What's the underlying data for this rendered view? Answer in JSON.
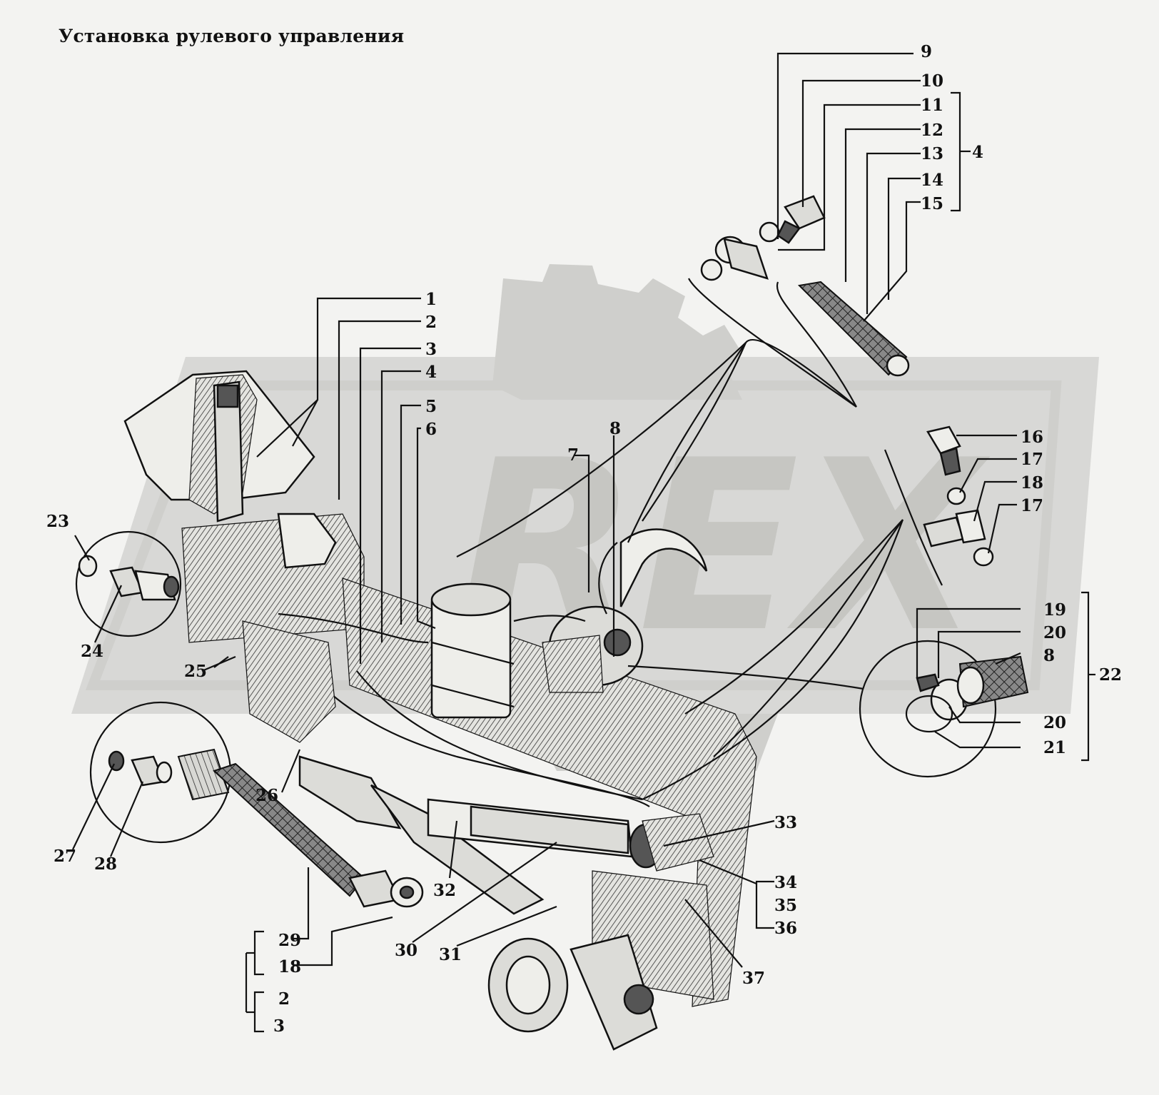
{
  "title": "Установка рулевого управления",
  "watermark": "REX",
  "labels": {
    "l1": "1",
    "l2": "2",
    "l3": "3",
    "l4": "4",
    "l5": "5",
    "l6": "6",
    "l7": "7",
    "l8": "8",
    "l9": "9",
    "l10": "10",
    "l11": "11",
    "l12": "12",
    "l13": "13",
    "l14": "14",
    "l15": "15",
    "l4b": "4",
    "l16": "16",
    "l17a": "17",
    "l18": "18",
    "l17b": "17",
    "l19": "19",
    "l20a": "20",
    "l8b": "8",
    "l22": "22",
    "l20b": "20",
    "l21": "21",
    "l23": "23",
    "l24": "24",
    "l25": "25",
    "l26": "26",
    "l27": "27",
    "l28": "28",
    "l29": "29",
    "l18b": "18",
    "l2b": "2",
    "l3b": "3",
    "l30": "30",
    "l31": "31",
    "l32": "32",
    "l33": "33",
    "l34": "34",
    "l35": "35",
    "l36": "36",
    "l37": "37"
  }
}
